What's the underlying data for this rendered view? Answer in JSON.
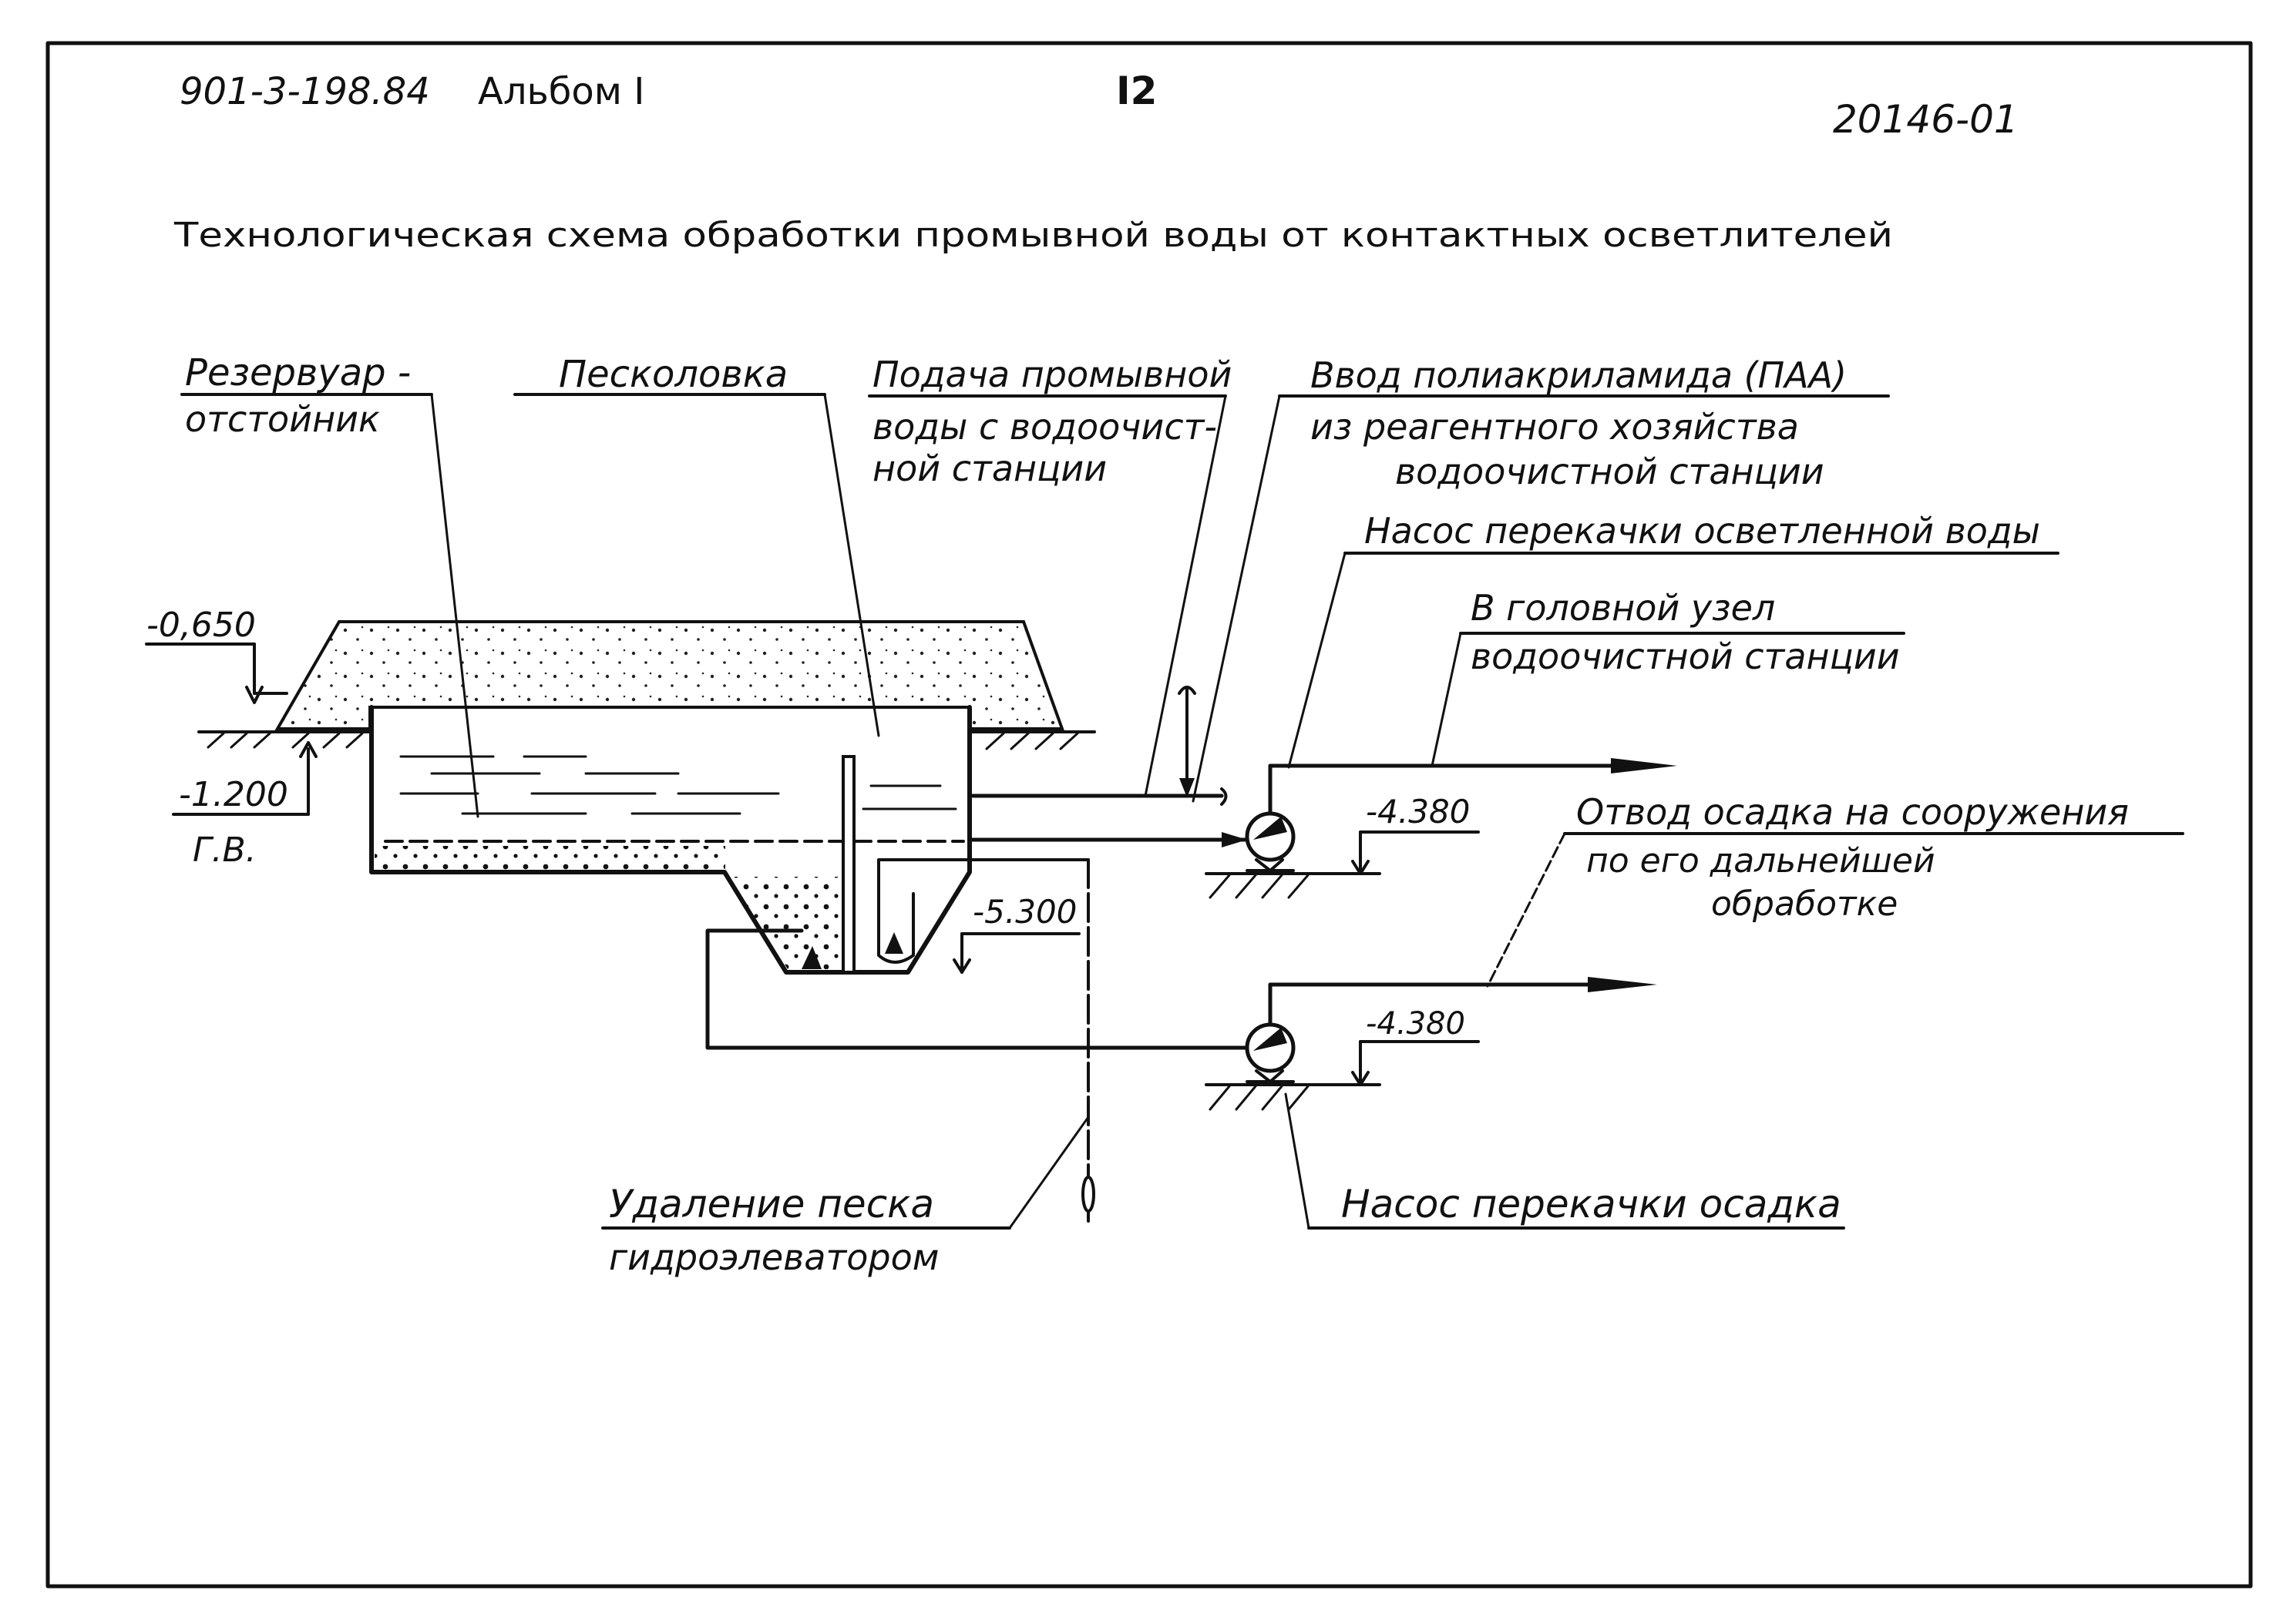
{
  "header": {
    "code": "901-3-198.84",
    "album": "Альбом I",
    "page_number": "I2",
    "inventory_number": "20146-01"
  },
  "title": "Технологическая схема обработки промывной воды от контактных осветлителей",
  "labels": {
    "reservoir_line1": "Резервуар -",
    "reservoir_line2": "отстойник",
    "sand_trap": "Песколовка",
    "supply_line1": "Подача промывной",
    "supply_line2": "воды с водоочист-",
    "supply_line3": "ной станции",
    "paa_line1": "Ввод полиакриламида (ПАА)",
    "paa_line2": "из реагентного хозяйства",
    "paa_line3": "водоочистной станции",
    "pump_clarified": "Насос перекачки осветленной воды",
    "head_unit_line1": "В головной узел",
    "head_unit_line2": "водоочистной станции",
    "sludge_line1": "Отвод осадка на сооружения",
    "sludge_line2": "по его дальнейшей",
    "sludge_line3": "обработке",
    "sand_removal_line1": "Удаление песка",
    "sand_removal_line2": "гидроэлеватором",
    "pump_sludge": "Насос перекачки осадка"
  },
  "elevations": {
    "top": "-0,650",
    "gw_level": "-1.200",
    "gw_label": "Г.В.",
    "sand_trap_bottom": "-5.300",
    "pump1": "-4.380",
    "pump2": "-4.380"
  }
}
